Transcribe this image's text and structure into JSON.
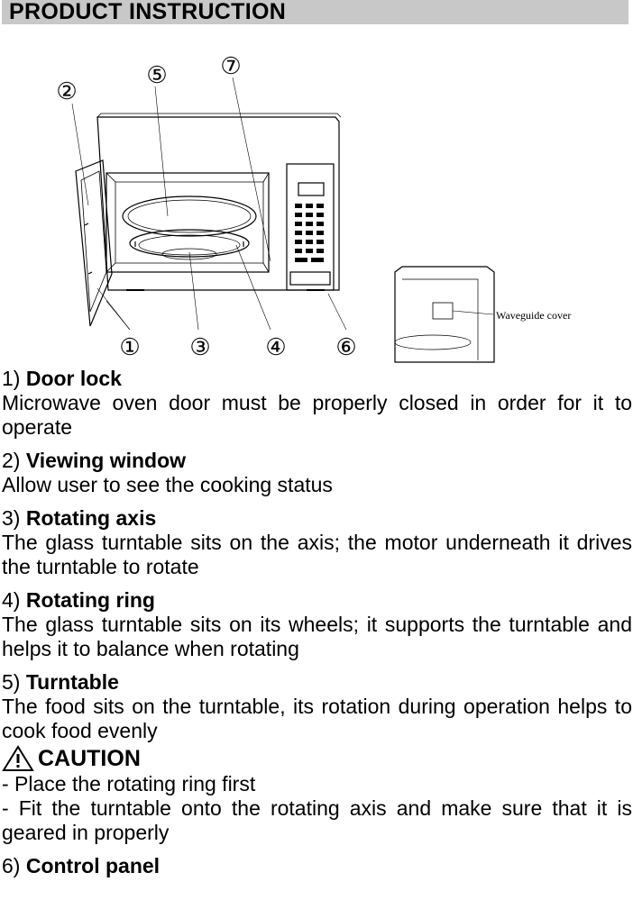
{
  "header": {
    "title": "PRODUCT INSTRUCTION"
  },
  "figure": {
    "callouts": [
      "①",
      "②",
      "③",
      "④",
      "⑤",
      "⑥",
      "⑦"
    ],
    "waveguide_label": "Waveguide cover"
  },
  "sections": [
    {
      "num": "1)",
      "title": "Door lock",
      "body": "Microwave oven door must be properly closed in order for it to operate"
    },
    {
      "num": "2)",
      "title": "Viewing window",
      "body": "Allow user to see the cooking status"
    },
    {
      "num": "3)",
      "title": "Rotating axis",
      "body": "The glass turntable sits on the axis; the motor underneath it drives the turntable to rotate"
    },
    {
      "num": "4)",
      "title": "Rotating ring",
      "body": "The glass turntable sits on its wheels; it supports the turntable and helps it to balance when rotating"
    },
    {
      "num": "5)",
      "title": "Turntable",
      "body": "The food sits on the turntable, its rotation during operation helps to cook food evenly"
    }
  ],
  "caution": {
    "label": "CAUTION",
    "items": [
      "- Place the rotating ring first",
      "- Fit the turntable onto the rotating axis and make sure that it is geared in properly"
    ]
  },
  "section6": {
    "num": "6)",
    "title": "Control panel"
  }
}
